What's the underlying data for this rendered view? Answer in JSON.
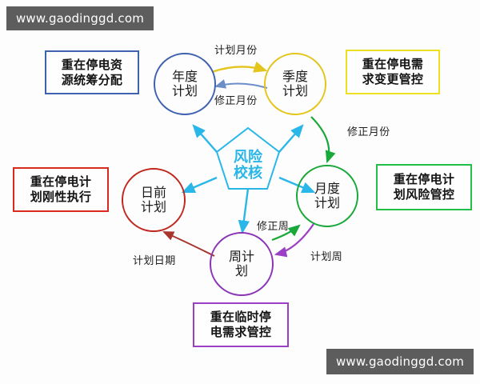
{
  "watermarks": {
    "top": "www.gaodinggd.com",
    "bottom": "www.gaodinggd.com"
  },
  "center": {
    "name": "risk-verification",
    "line1": "风险",
    "line2": "校核",
    "color": "#29b6e8"
  },
  "nodes": [
    {
      "id": "year",
      "line1": "年度",
      "line2": "计划",
      "color": "#3f62b0"
    },
    {
      "id": "quarter",
      "line1": "季度",
      "line2": "计划",
      "color": "#e3c51c"
    },
    {
      "id": "month",
      "line1": "月度",
      "line2": "计划",
      "color": "#19a83a"
    },
    {
      "id": "week",
      "line1": "周计",
      "line2": "划",
      "color": "#8b34b5"
    },
    {
      "id": "daily",
      "line1": "日前",
      "line2": "计划",
      "color": "#c0281f"
    }
  ],
  "callouts": [
    {
      "id": "resource",
      "line1": "重在停电资",
      "line2": "源统筹分配",
      "color": "#3f62b0"
    },
    {
      "id": "demand",
      "line1": "重在停电需",
      "line2": "求变更管控",
      "color": "#ece021"
    },
    {
      "id": "rigid",
      "line1": "重在停电计",
      "line2": "划刚性执行",
      "color": "#d92a20"
    },
    {
      "id": "risk",
      "line1": "重在停电计",
      "line2": "划风险管控",
      "color": "#22c04a"
    },
    {
      "id": "temp",
      "line1": "重在临时停",
      "line2": "电需求管控",
      "color": "#9b3fc4"
    }
  ],
  "edges": [
    {
      "id": "plan-month",
      "label": "计划月份",
      "from": "year",
      "to": "quarter",
      "color": "#e3c51c"
    },
    {
      "id": "fix-month-q",
      "label": "修正月份",
      "from": "quarter",
      "to": "year",
      "color": "#6b8ec9"
    },
    {
      "id": "fix-month-m",
      "label": "修正月份",
      "from": "quarter",
      "to": "month",
      "color": "#19a83a"
    },
    {
      "id": "plan-week",
      "label": "计划周",
      "from": "month",
      "to": "week",
      "color": "#9b3fc4"
    },
    {
      "id": "fix-week",
      "label": "修正周",
      "from": "week",
      "to": "month",
      "color": "#19a83a"
    },
    {
      "id": "plan-date",
      "label": "计划日期",
      "from": "week",
      "to": "daily",
      "color": "#a8352c"
    }
  ]
}
